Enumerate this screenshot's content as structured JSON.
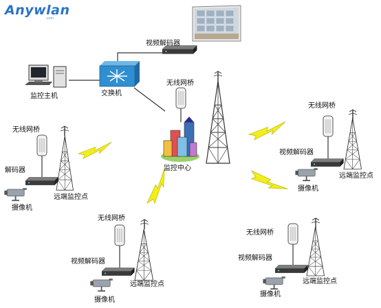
{
  "logo": {
    "text": "Anywlan",
    "subtext": ".com"
  },
  "nodes": {
    "video_decoder_top": "视频解码器",
    "monitor_host": "监控主机",
    "switch": "交换机",
    "wireless_bridge_center": "无线网桥",
    "monitor_center": "监控中心",
    "left_site": {
      "bridge": "无线网桥",
      "decoder": "解码器",
      "camera": "摄像机",
      "remote_point": "远端监控点"
    },
    "right_site": {
      "bridge": "无线网桥",
      "decoder": "视频解码器",
      "camera": "摄像机",
      "remote_point": "远端监控点"
    },
    "bottom_left_site": {
      "bridge": "无线网桥",
      "decoder": "视频解码器",
      "camera": "摄像机",
      "remote_point": "远端监控点"
    },
    "bottom_right_site": {
      "bridge": "无线网桥",
      "decoder": "视频解码器",
      "camera": "摄像机",
      "remote_point": "远端监控点"
    }
  },
  "colors": {
    "logo": "#2a73c9",
    "switch": "#2f8fd0",
    "lightning": "#f2ee1c",
    "tower": "#333333"
  },
  "icons": [
    "video-wall-icon",
    "decoder-icon",
    "computer-icon",
    "switch-icon",
    "bridge-icon",
    "building-icon",
    "tower-icon",
    "camera-icon",
    "lightning-icon"
  ]
}
